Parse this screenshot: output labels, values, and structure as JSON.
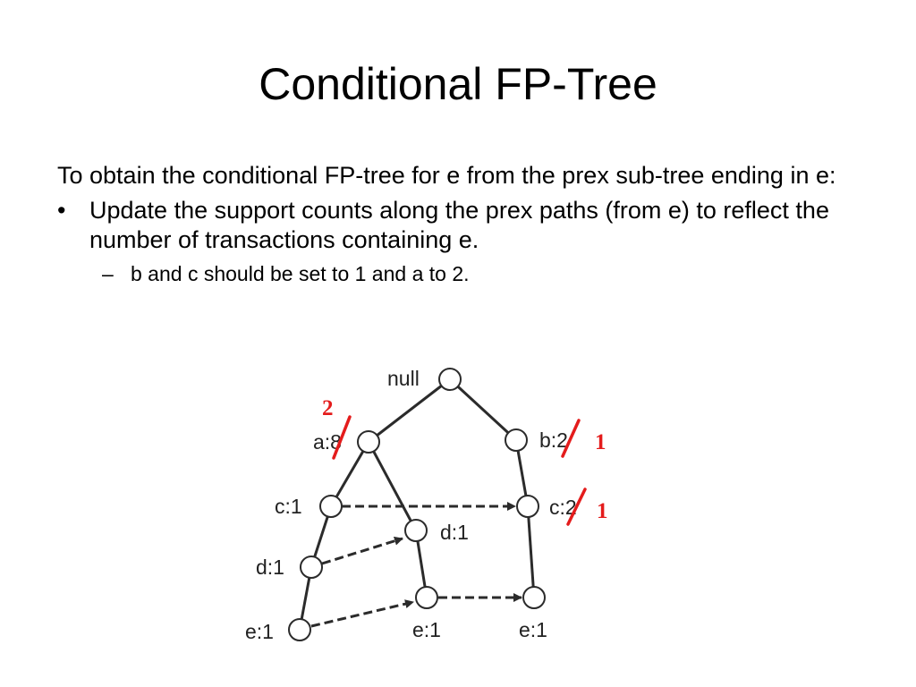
{
  "slide": {
    "title": "Conditional FP-Tree",
    "intro": "To obtain the conditional FP-tree for e from the prex sub-tree ending in e:",
    "bullet_mark": "•",
    "bullet": "Update the support counts along the prex paths (from e) to reflect the number of transactions containing e.",
    "sub_mark": "–",
    "sub_bullet": "b and c should be set to 1 and a to 2."
  },
  "tree": {
    "nodes": {
      "null": "null",
      "a": "a:8",
      "b": "b:2",
      "c_left": "c:1",
      "c_right": "c:2",
      "d_mid": "d:1",
      "d_left": "d:1",
      "e_left": "e:1",
      "e_mid": "e:1",
      "e_right": "e:1"
    },
    "corrections": {
      "a": "2",
      "b": "1",
      "c_right": "1"
    },
    "colors": {
      "edge": "#2b2b2b",
      "node_fill": "#ffffff",
      "correction": "#e41c1c"
    }
  }
}
